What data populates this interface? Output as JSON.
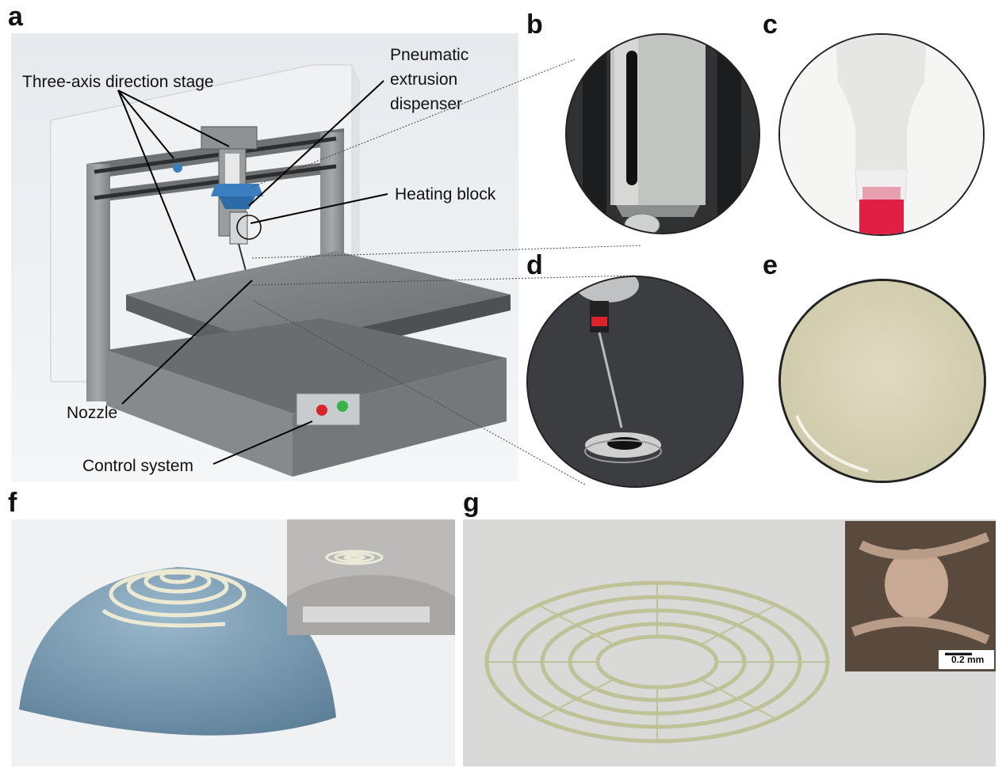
{
  "panels": {
    "a": "a",
    "b": "b",
    "c": "c",
    "d": "d",
    "e": "e",
    "f": "f",
    "g": "g"
  },
  "labels": {
    "stage": "Three-axis direction stage",
    "dispenser_line1": "Pneumatic",
    "dispenser_line2": "extrusion",
    "dispenser_line3": "dispenser",
    "heating": "Heating block",
    "nozzle": "Nozzle",
    "control": "Control system"
  },
  "scale_bar": "0.2 mm",
  "colors": {
    "frame_gray": "#8e9194",
    "dispenser_blue": "#3c7fc0",
    "button_red": "#d9242b",
    "button_green": "#37b34a",
    "dome_blue": "#6f93ad",
    "spiral_cream": "#ecead2",
    "scaffold_green": "#bfc197",
    "nozzle_red": "#e01f45"
  }
}
